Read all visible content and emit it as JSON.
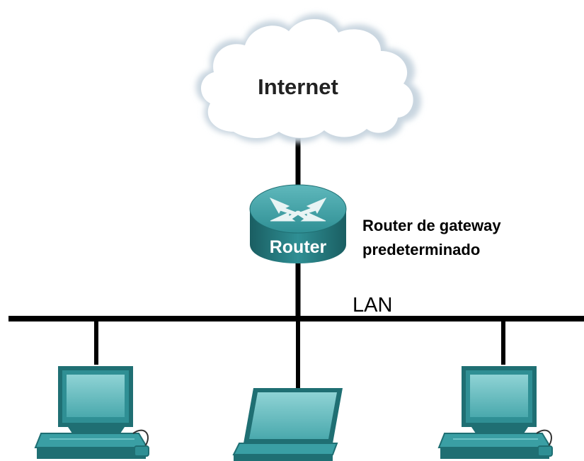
{
  "nodes": {
    "internet": {
      "label": "Internet",
      "icon": "cloud-icon"
    },
    "router": {
      "label": "Router",
      "icon": "router-icon",
      "annotation_line1": "Router de gateway",
      "annotation_line2": "predeterminado"
    },
    "lan": {
      "label": "LAN"
    },
    "hosts": [
      {
        "icon": "desktop-computer-icon"
      },
      {
        "icon": "laptop-icon"
      },
      {
        "icon": "desktop-computer-icon"
      }
    ]
  },
  "colors": {
    "teal_dark": "#1f6f73",
    "teal": "#3a9fa4",
    "teal_light": "#6cc3c6",
    "line": "#000000",
    "cloud_edge": "#c7d3dd"
  }
}
